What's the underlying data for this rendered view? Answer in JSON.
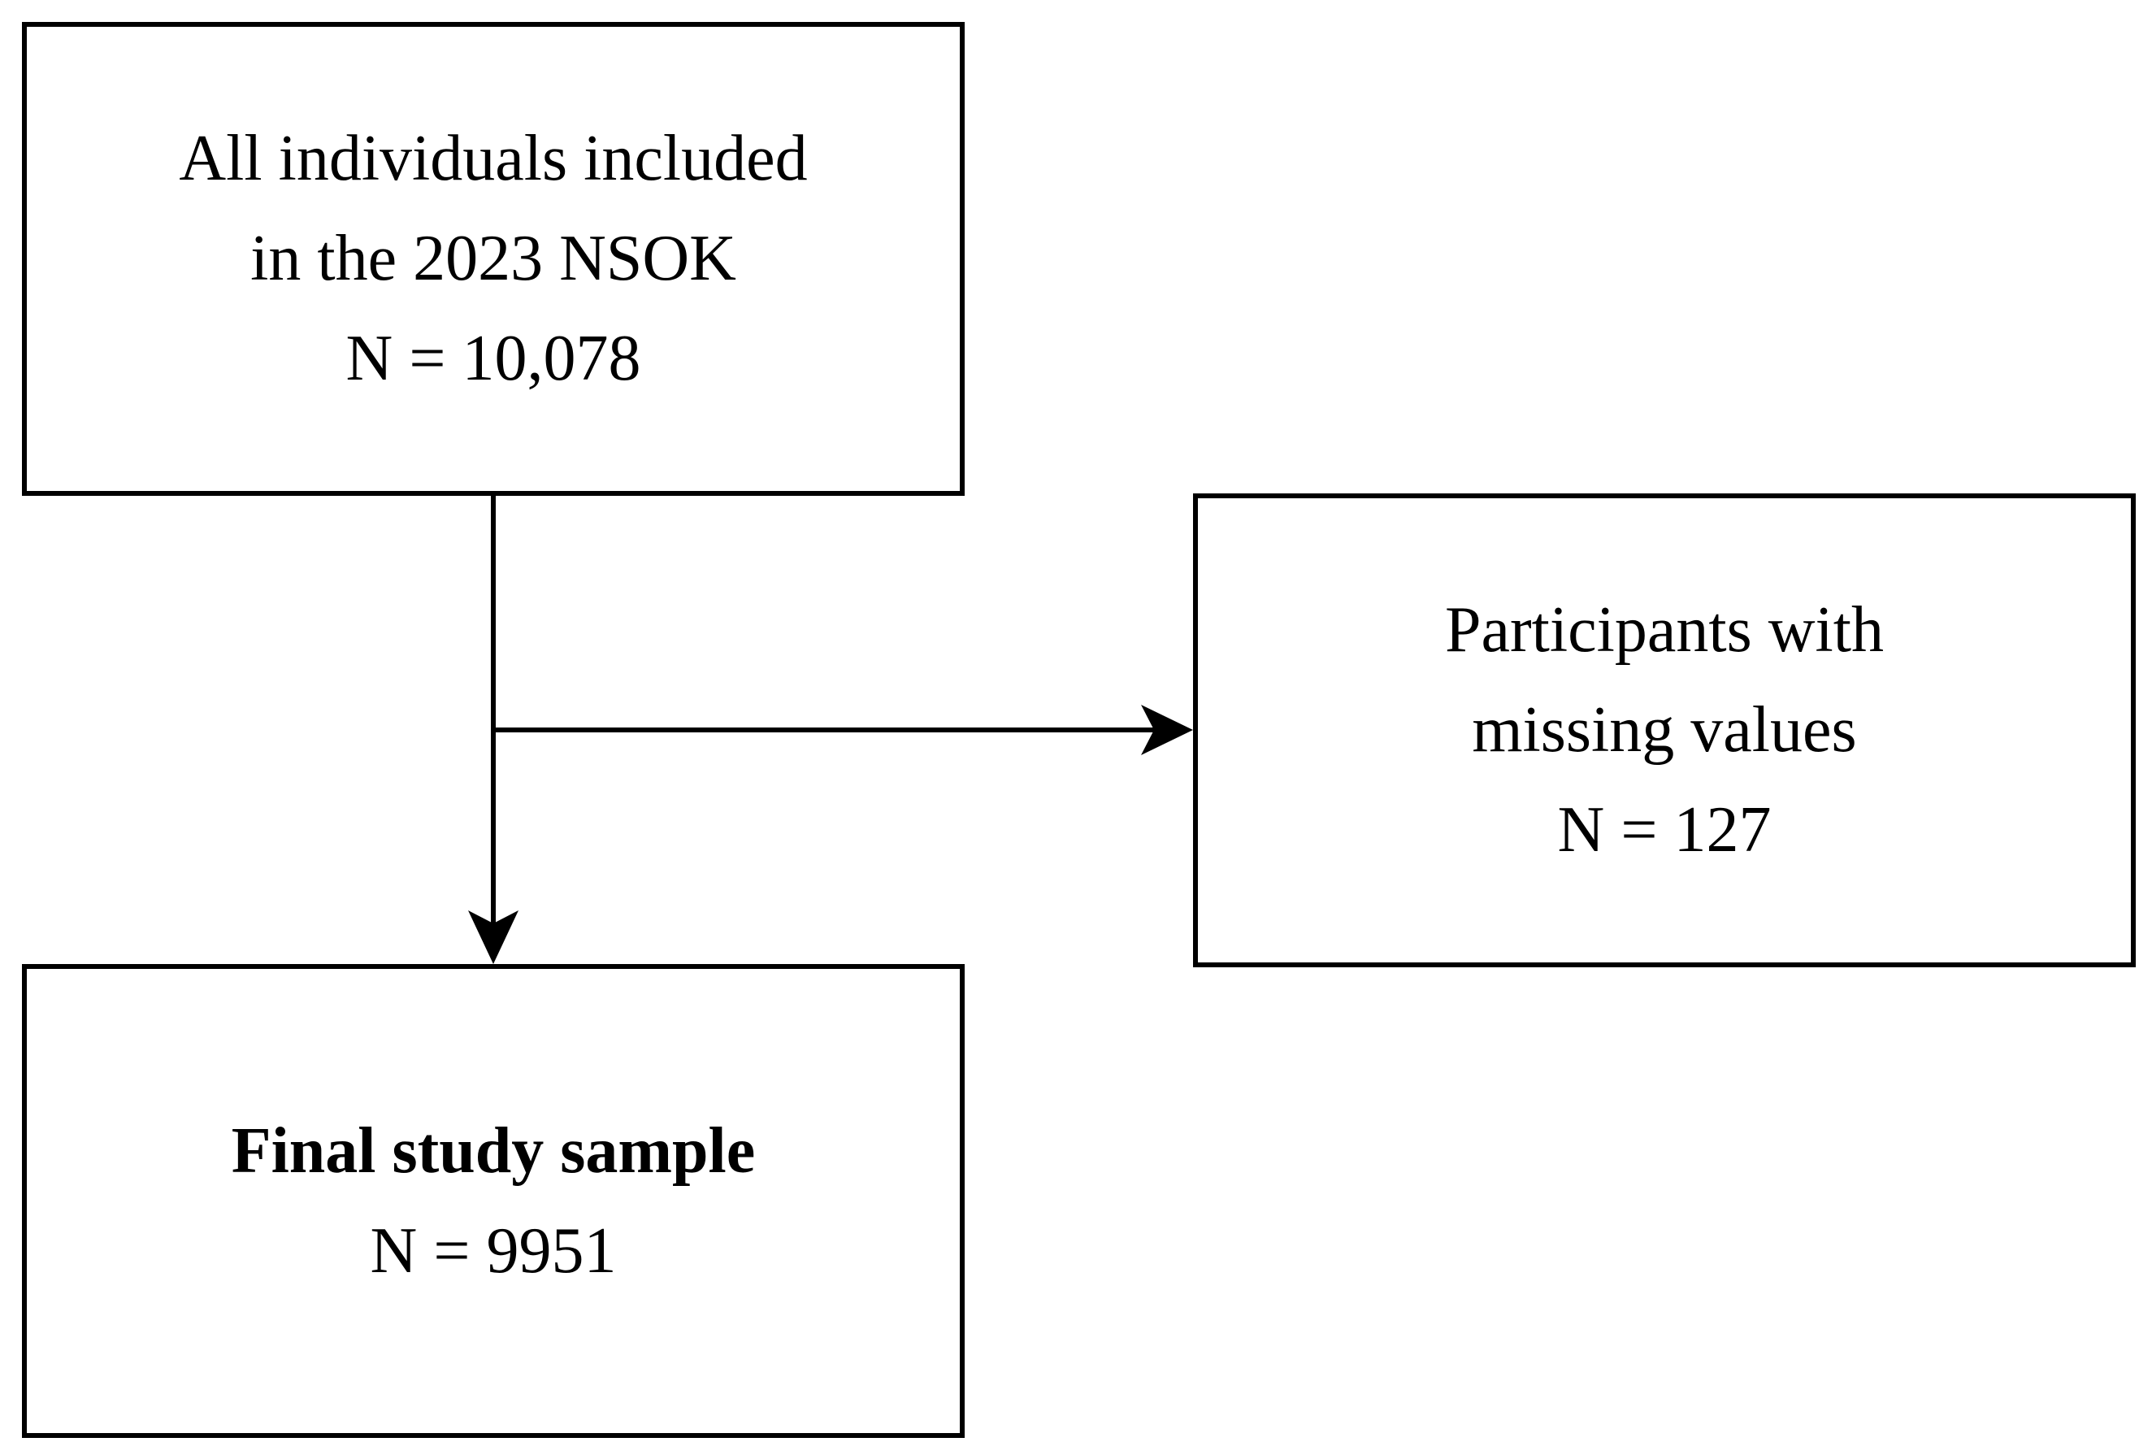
{
  "boxes": {
    "top": {
      "lines": [
        "All individuals included",
        "in the 2023 NSOK",
        "N = 10,078"
      ]
    },
    "right": {
      "lines": [
        "Participants with",
        "missing values",
        "N = 127"
      ]
    },
    "bottom": {
      "title": "Final study sample",
      "count": "N = 9951"
    }
  },
  "colors": {
    "stroke": "#000000",
    "background": "#ffffff"
  }
}
